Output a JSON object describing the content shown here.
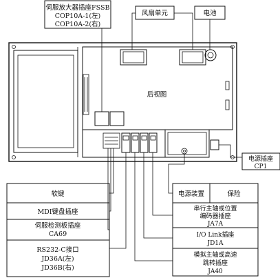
{
  "diagram": {
    "labels": {
      "servo_amp_line1": "伺服放大器插座FSSB",
      "servo_amp_line2": "COP10A-1(左)",
      "servo_amp_line3": "COP10A-2(右)",
      "fan_unit": "风扇单元",
      "battery": "电池",
      "rear_view": "后视图",
      "power_socket_line1": "电源插座",
      "power_socket_line2": "CP1",
      "soft_key": "软键",
      "mdi_keyboard": "MDI键盘插座",
      "servo_check_line1": "伺服检测板插座",
      "servo_check_line2": "CA69",
      "rs232_line1": "RS232-C接口",
      "rs232_line2": "JD36A(左)",
      "rs232_line3": "JD36B(右)",
      "power_device": "电源装置",
      "fuse": "保险",
      "serial_spindle_line1": "串行主轴或位置",
      "serial_spindle_line2": "编码器插座",
      "serial_spindle_line3": "JA7A",
      "io_link_line1": "I/O Link插座",
      "io_link_line2": "JD1A",
      "analog_spindle_line1": "模拟主轴或高速",
      "analog_spindle_line2": "跳转插座",
      "analog_spindle_line3": "JA40"
    }
  }
}
